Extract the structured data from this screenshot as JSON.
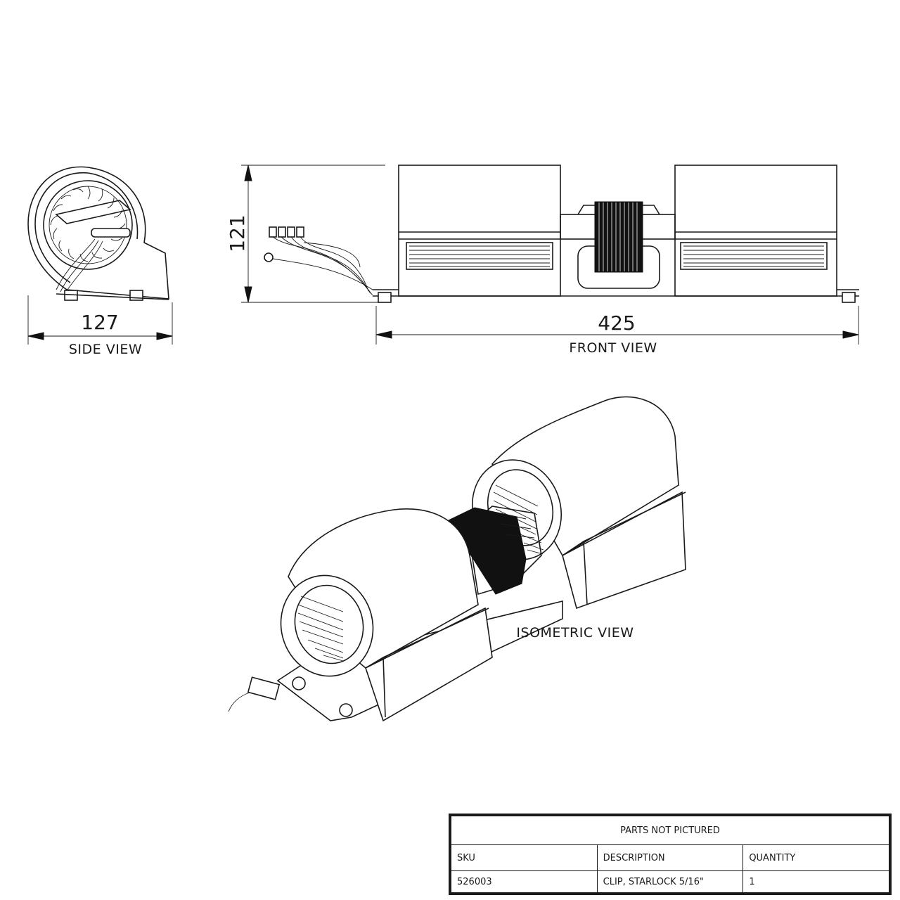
{
  "views": {
    "side": {
      "dimension": "127",
      "label": "SIDE VIEW"
    },
    "front": {
      "height_dimension": "121",
      "width_dimension": "425",
      "label": "FRONT VIEW"
    },
    "isometric": {
      "label": "ISOMETRIC VIEW"
    }
  },
  "parts_table": {
    "title": "PARTS NOT PICTURED",
    "headers": [
      "SKU",
      "DESCRIPTION",
      "QUANTITY"
    ],
    "rows": [
      [
        "526003",
        "CLIP, STARLOCK 5/16\"",
        "1"
      ]
    ]
  }
}
